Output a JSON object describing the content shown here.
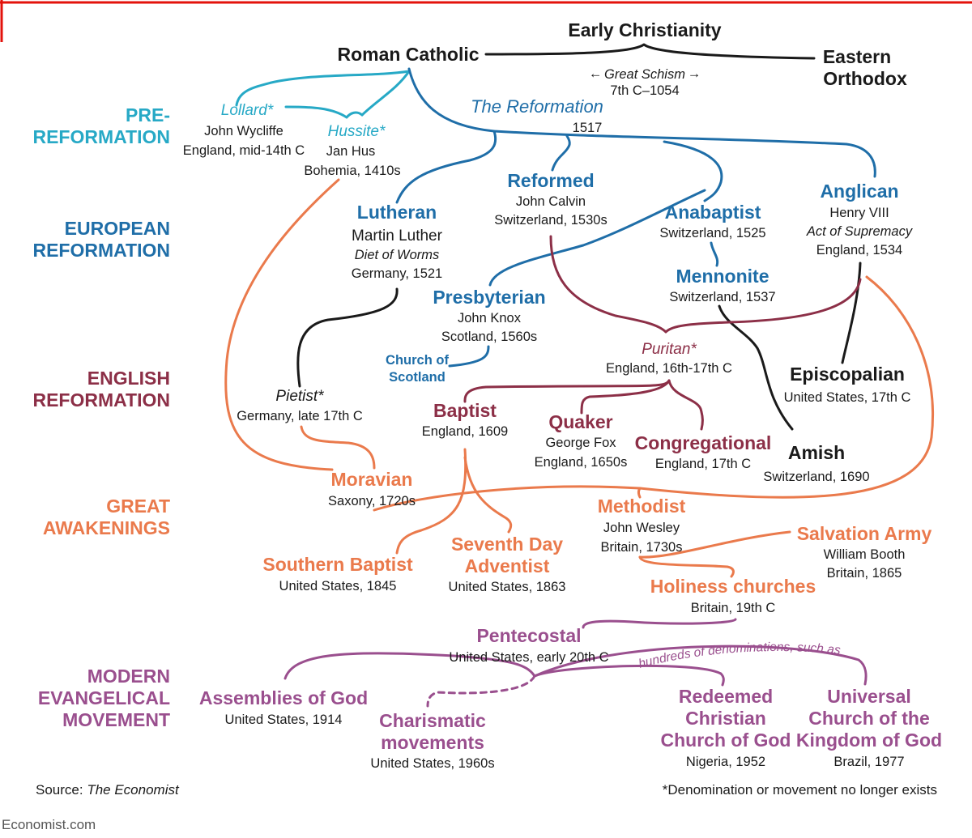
{
  "colors": {
    "black": "#1a1a1a",
    "cyan": "#27a9c6",
    "blue": "#1f6ea8",
    "maroon": "#8c2f47",
    "orange": "#ea7a4c",
    "purple": "#9a4f8e",
    "red_rule": "#e3120b"
  },
  "eras": {
    "pre_line1": "PRE-",
    "pre_line2": "REFORMATION",
    "european_line1": "EUROPEAN",
    "european_line2": "REFORMATION",
    "english_line1": "ENGLISH",
    "english_line2": "REFORMATION",
    "great_line1": "GREAT",
    "great_line2": "AWAKENINGS",
    "modern_line1": "MODERN",
    "modern_line2": "EVANGELICAL",
    "modern_line3": "MOVEMENT"
  },
  "nodes": {
    "early_christianity": "Early Christianity",
    "roman_catholic": "Roman Catholic",
    "eastern_line1": "Eastern",
    "eastern_line2": "Orthodox",
    "schism_label": "Great Schism",
    "schism_dates": "7th C–1054",
    "reformation_label": "The Reformation",
    "reformation_year": "1517",
    "lollard": "Lollard*",
    "lollard_person": "John Wycliffe",
    "lollard_place": "England, mid-14th C",
    "hussite": "Hussite*",
    "hussite_person": "Jan Hus",
    "hussite_place": "Bohemia, 1410s",
    "lutheran": "Lutheran",
    "lutheran_person": "Martin Luther",
    "lutheran_event": "Diet of Worms",
    "lutheran_place": "Germany, 1521",
    "reformed": "Reformed",
    "reformed_person": "John Calvin",
    "reformed_place": "Switzerland, 1530s",
    "anabaptist": "Anabaptist",
    "anabaptist_place": "Switzerland, 1525",
    "anglican": "Anglican",
    "anglican_person": "Henry VIII",
    "anglican_event": "Act of Supremacy",
    "anglican_place": "England, 1534",
    "mennonite": "Mennonite",
    "mennonite_place": "Switzerland, 1537",
    "presbyterian": "Presbyterian",
    "presbyterian_person": "John Knox",
    "presbyterian_place": "Scotland, 1560s",
    "church_scotland_line1": "Church of",
    "church_scotland_line2": "Scotland",
    "puritan": "Puritan*",
    "puritan_place": "England, 16th-17th C",
    "episcopalian": "Episcopalian",
    "episcopalian_place": "United States, 17th C",
    "pietist": "Pietist*",
    "pietist_place": "Germany, late 17th C",
    "baptist": "Baptist",
    "baptist_place": "England, 1609",
    "quaker": "Quaker",
    "quaker_person": "George Fox",
    "quaker_place": "England, 1650s",
    "congregational": "Congregational",
    "congregational_place": "England, 17th C",
    "amish": "Amish",
    "amish_place": "Switzerland, 1690",
    "moravian": "Moravian",
    "moravian_place": "Saxony, 1720s",
    "methodist": "Methodist",
    "methodist_person": "John Wesley",
    "methodist_place": "Britain, 1730s",
    "salvation_army": "Salvation Army",
    "salvation_person": "William Booth",
    "salvation_place": "Britain, 1865",
    "southern_baptist": "Southern Baptist",
    "southern_baptist_place": "United States, 1845",
    "sda_line1": "Seventh Day",
    "sda_line2": "Adventist",
    "sda_place": "United States, 1863",
    "holiness": "Holiness churches",
    "holiness_place": "Britain, 19th C",
    "pentecostal": "Pentecostal",
    "pentecostal_place": "United States, early 20th C",
    "hundreds_note": "hundreds of denominations, such as",
    "assemblies": "Assemblies of God",
    "assemblies_place": "United States, 1914",
    "charismatic_line1": "Charismatic",
    "charismatic_line2": "movements",
    "charismatic_place": "United States, 1960s",
    "rccg_line1": "Redeemed",
    "rccg_line2": "Christian",
    "rccg_line3": "Church of God",
    "rccg_place": "Nigeria, 1952",
    "ucg_line1": "Universal",
    "ucg_line2": "Church of the",
    "ucg_line3": "Kingdom of God",
    "ucg_place": "Brazil, 1977"
  },
  "footer": {
    "source_label": "Source: ",
    "source_name": "The Economist",
    "footnote": "*Denomination or movement no longer exists",
    "site": "Economist.com"
  }
}
